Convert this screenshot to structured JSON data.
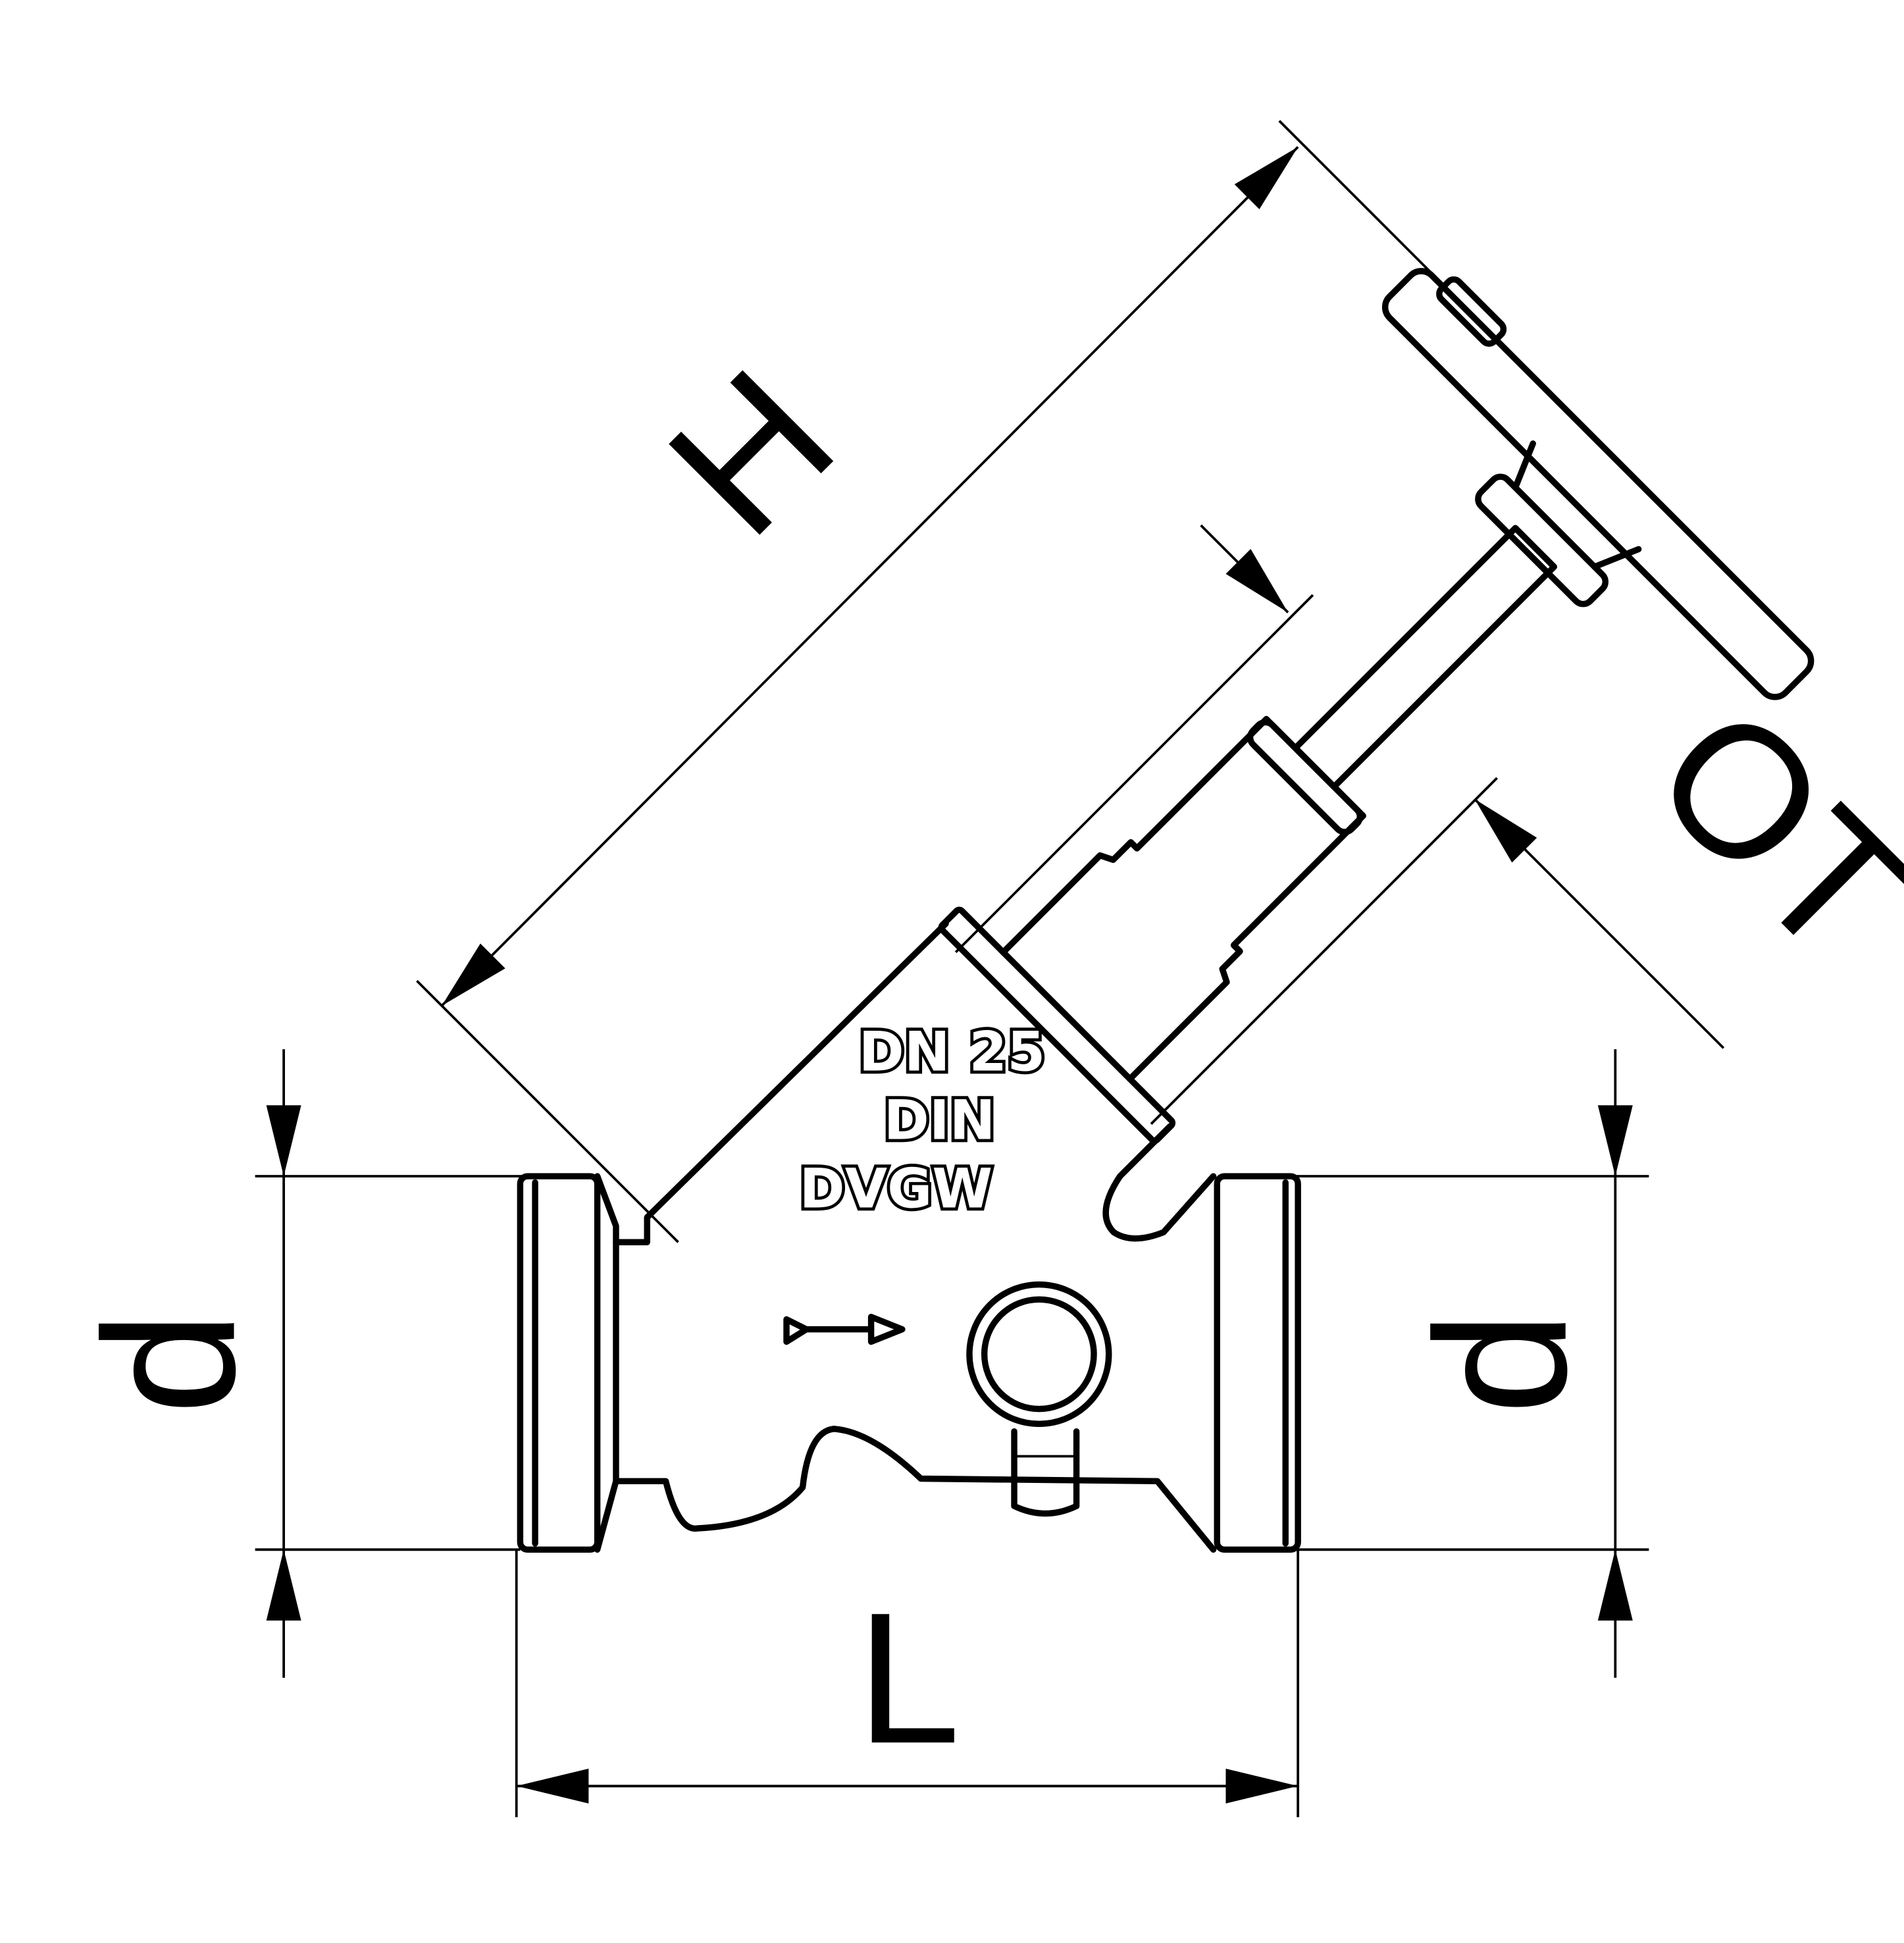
{
  "dimensions": {
    "height_label": "H",
    "handwheel_clearance_label": "OT",
    "left_diameter_label": "d",
    "right_diameter_label": "d",
    "length_label": "L"
  },
  "body_marking": {
    "line1": "DN 25",
    "line2": "DIN",
    "line3": "DVGW"
  },
  "colors": {
    "line": "#000000",
    "background": "#ffffff"
  }
}
